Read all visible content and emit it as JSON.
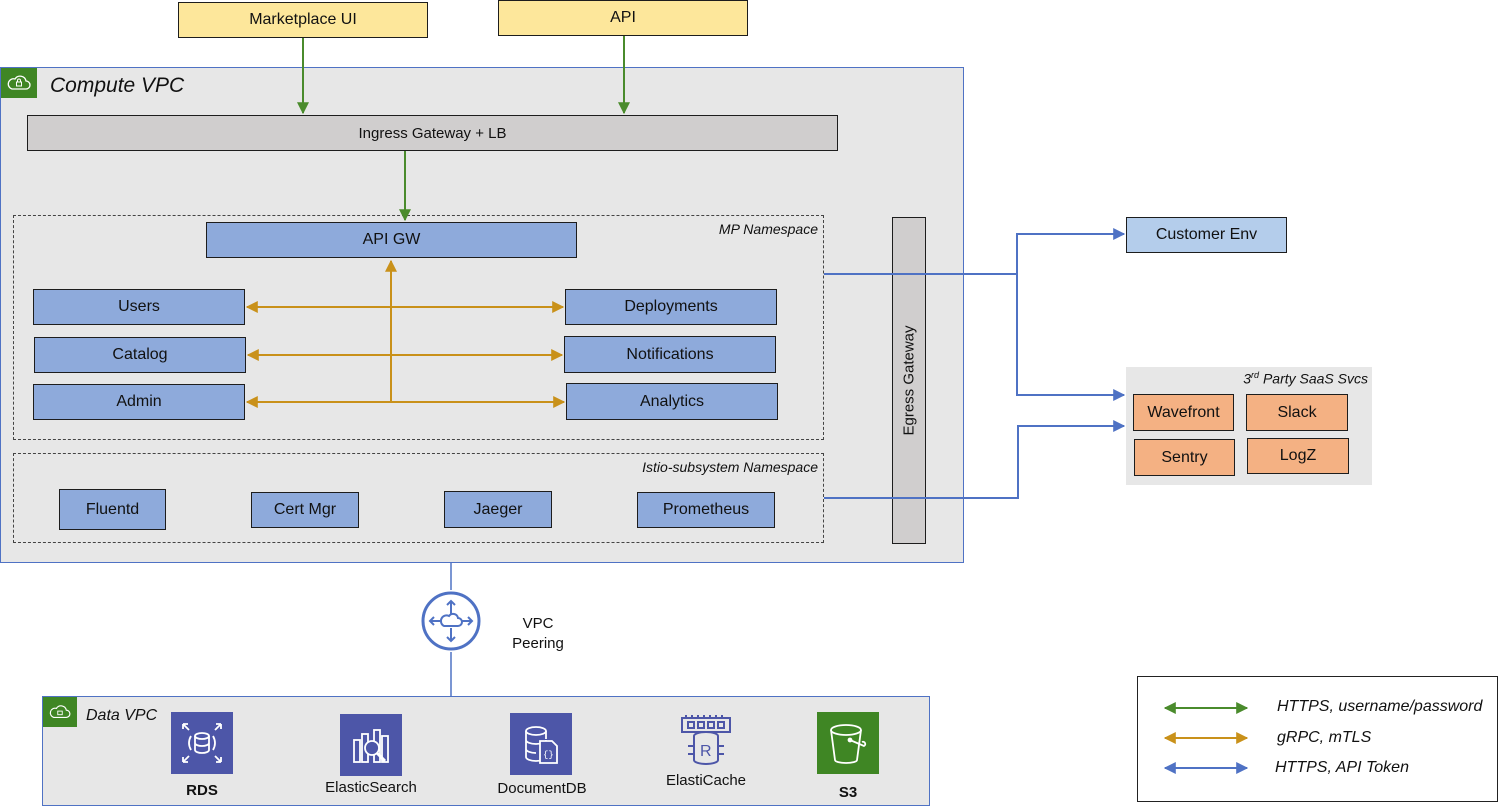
{
  "clients": {
    "marketplace_ui": "Marketplace UI",
    "api": "API"
  },
  "compute_vpc": {
    "title": "Compute VPC",
    "ingress": "Ingress Gateway + LB",
    "egress": "Egress Gateway",
    "mp_namespace": {
      "title": "MP Namespace",
      "api_gw": "API GW",
      "left_services": [
        "Users",
        "Catalog",
        "Admin"
      ],
      "right_services": [
        "Deployments",
        "Notifications",
        "Analytics"
      ]
    },
    "istio_namespace": {
      "title": "Istio-subsystem Namespace",
      "services": [
        "Fluentd",
        "Cert Mgr",
        "Jaeger",
        "Prometheus"
      ]
    }
  },
  "external": {
    "customer_env": "Customer Env",
    "saas": {
      "title_prefix": "3",
      "title_sup": "rd",
      "title_suffix": " Party SaaS Svcs",
      "services": [
        "Wavefront",
        "Slack",
        "Sentry",
        "LogZ"
      ]
    }
  },
  "peering": {
    "line1": "VPC",
    "line2": "Peering"
  },
  "data_vpc": {
    "title": "Data VPC",
    "services": [
      {
        "label": "RDS",
        "icon": "rds-icon"
      },
      {
        "label": "ElasticSearch",
        "icon": "elasticsearch-icon"
      },
      {
        "label": "DocumentDB",
        "icon": "documentdb-icon"
      },
      {
        "label": "ElastiCache",
        "icon": "elasticache-icon"
      },
      {
        "label": "S3",
        "icon": "s3-bucket-icon"
      }
    ]
  },
  "legend": {
    "items": [
      {
        "label": "HTTPS, username/password",
        "color": "#4a8b2c"
      },
      {
        "label": "gRPC, mTLS",
        "color": "#c9911a"
      },
      {
        "label": "HTTPS, API Token",
        "color": "#4f72c4"
      }
    ]
  },
  "colors": {
    "green": "#4a8b2c",
    "gold": "#c9911a",
    "blue": "#4f72c4"
  }
}
